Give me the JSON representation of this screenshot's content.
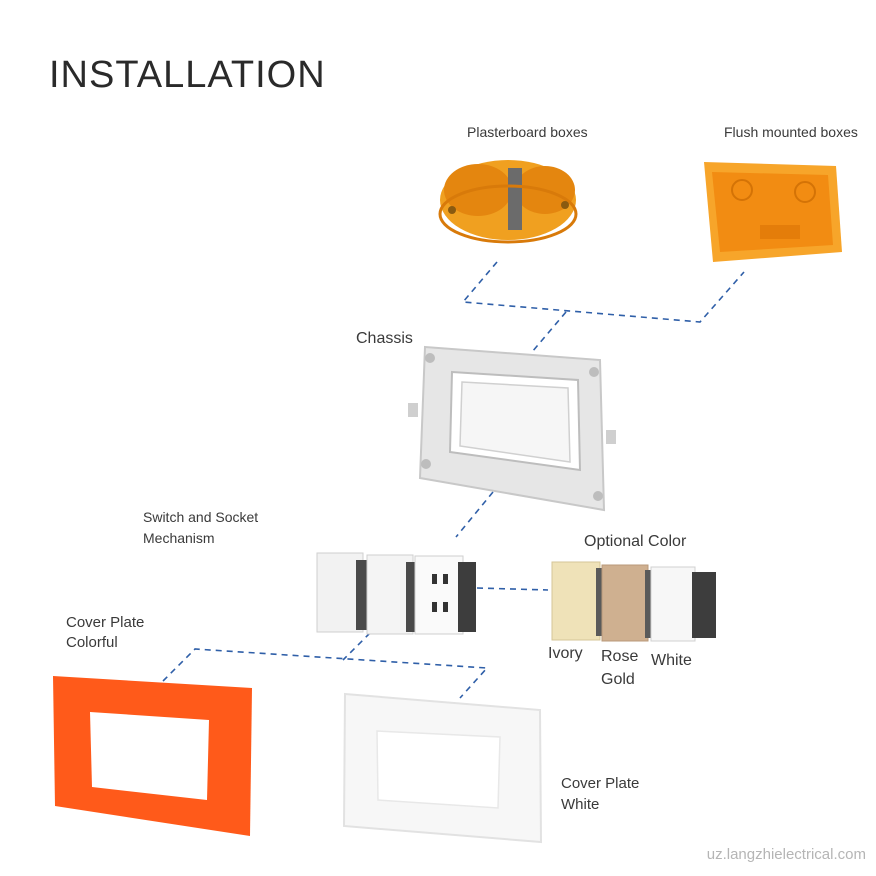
{
  "title": "INSTALLATION",
  "labels": {
    "plasterboard": "Plasterboard boxes",
    "flush": "Flush mounted boxes",
    "chassis": "Chassis",
    "mechanism_line1": "Switch and Socket",
    "mechanism_line2": "Mechanism",
    "optional_color": "Optional Color",
    "ivory": "Ivory",
    "rose_line1": "Rose",
    "rose_line2": "Gold",
    "white": "White",
    "cover_colorful_line1": "Cover Plate",
    "cover_colorful_line2": "Colorful",
    "cover_white_line1": "Cover Plate",
    "cover_white_line2": "White"
  },
  "watermark": "uz.langzhielectrical.com",
  "colors": {
    "dashed_line": "#2f5fa8",
    "box_orange": "#f4a62a",
    "cover_orange": "#ff5a1a",
    "ivory": "#efe2b8",
    "rose_gold": "#cfb090",
    "white_plate": "#f7f7f7"
  }
}
